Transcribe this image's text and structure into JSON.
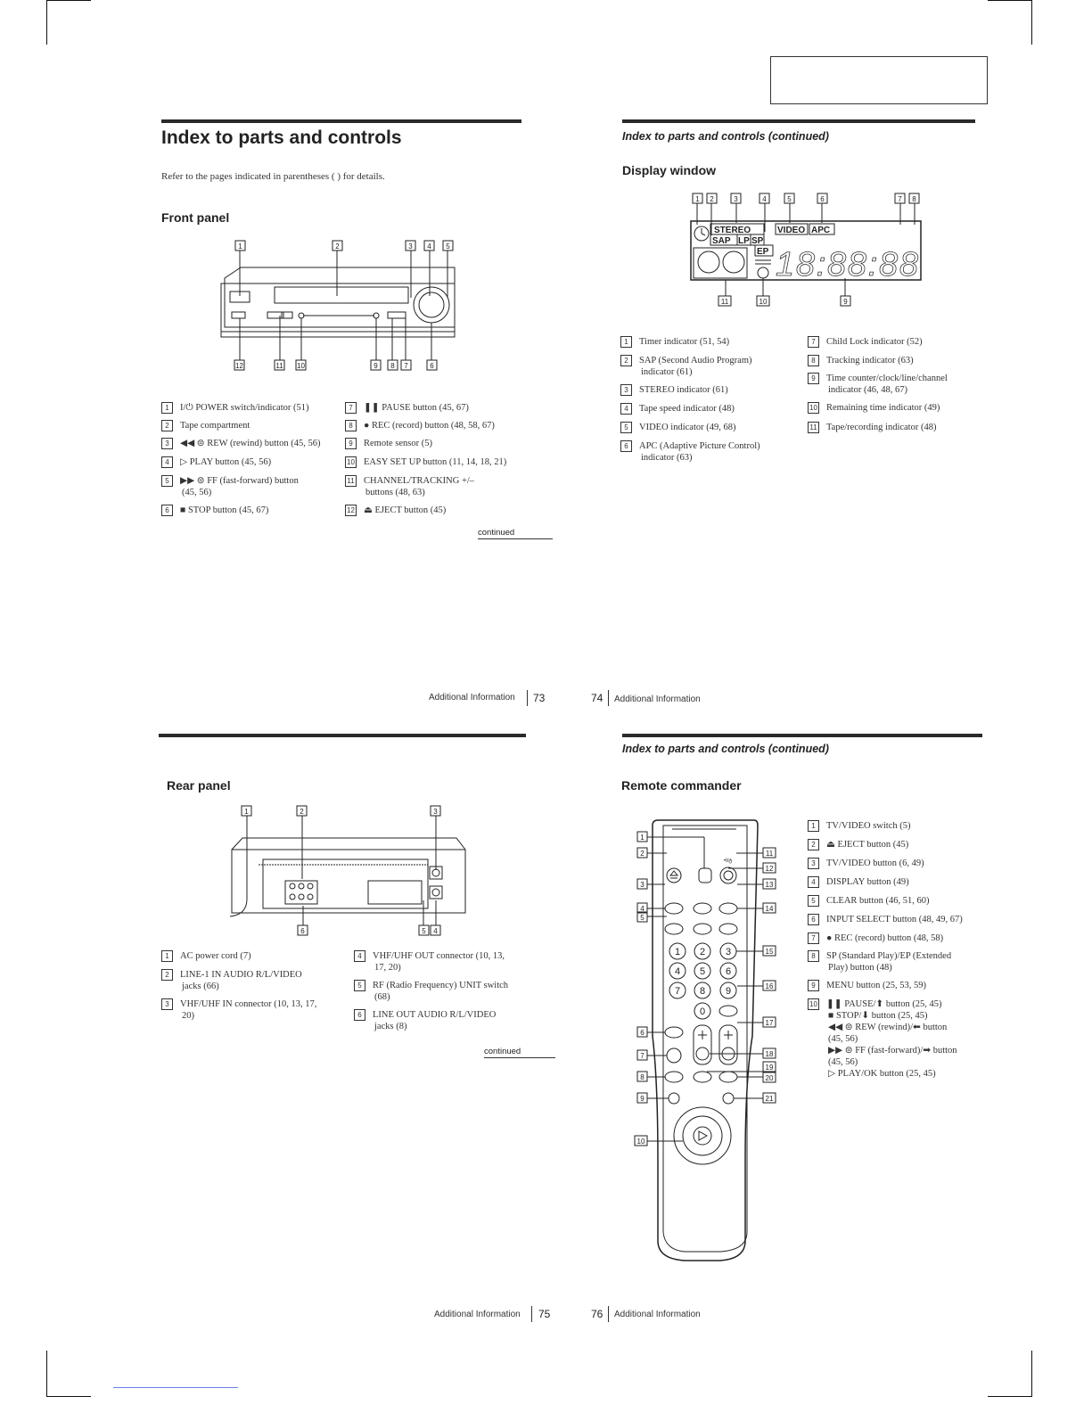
{
  "page73": {
    "title": "Index to parts and controls",
    "intro": "Refer to the pages indicated in parentheses ( ) for details.",
    "section": "Front panel",
    "diagram_numbers_top": [
      "1",
      "2",
      "3",
      "4",
      "5"
    ],
    "diagram_numbers_bottom": [
      "12",
      "11",
      "10",
      "9",
      "8",
      "7",
      "6"
    ],
    "items_left": [
      {
        "n": "1",
        "text": "I/⏻ POWER switch/indicator (51)"
      },
      {
        "n": "2",
        "text": "Tape compartment"
      },
      {
        "n": "3",
        "text": "◀◀ ⊜ REW (rewind) button (45, 56)"
      },
      {
        "n": "4",
        "text": "▷ PLAY button (45, 56)"
      },
      {
        "n": "5",
        "text": "▶▶ ⊜ FF (fast-forward) button",
        "sub": "(45, 56)"
      },
      {
        "n": "6",
        "text": "■ STOP button (45, 67)"
      }
    ],
    "items_right": [
      {
        "n": "7",
        "text": "❚❚ PAUSE button (45, 67)"
      },
      {
        "n": "8",
        "text": "● REC (record) button (48, 58, 67)"
      },
      {
        "n": "9",
        "text": "Remote sensor (5)"
      },
      {
        "n": "10",
        "text": "EASY SET UP button (11, 14, 18, 21)"
      },
      {
        "n": "11",
        "text": "CHANNEL/TRACKING +/–",
        "sub": "buttons (48, 63)"
      },
      {
        "n": "12",
        "text": "⏏ EJECT button (45)"
      }
    ],
    "continued": "continued",
    "footer": "Additional Information",
    "page_number": "73"
  },
  "page74": {
    "header": "Index to parts and controls (continued)",
    "section": "Display window",
    "display": {
      "stereo": "STEREO",
      "sap": "SAP",
      "lp": "LP",
      "sp": "SP",
      "ep": "EP",
      "video": "VIDEO",
      "apc": "APC",
      "clock": "18:88:88"
    },
    "diagram_numbers_top": [
      "1",
      "2",
      "3",
      "4",
      "5",
      "6",
      "7",
      "8"
    ],
    "diagram_numbers_bottom": [
      "11",
      "10",
      "9"
    ],
    "items_left": [
      {
        "n": "1",
        "text": "Timer indicator (51, 54)"
      },
      {
        "n": "2",
        "text": "SAP (Second Audio Program)",
        "sub": "indicator (61)"
      },
      {
        "n": "3",
        "text": "STEREO indicator (61)"
      },
      {
        "n": "4",
        "text": "Tape speed indicator (48)"
      },
      {
        "n": "5",
        "text": "VIDEO indicator (49, 68)"
      },
      {
        "n": "6",
        "text": "APC (Adaptive Picture Control)",
        "sub": "indicator (63)"
      }
    ],
    "items_right": [
      {
        "n": "7",
        "text": "Child Lock indicator (52)"
      },
      {
        "n": "8",
        "text": "Tracking indicator (63)"
      },
      {
        "n": "9",
        "text": "Time counter/clock/line/channel",
        "sub": "indicator (46, 48, 67)"
      },
      {
        "n": "10",
        "text": "Remaining time indicator (49)"
      },
      {
        "n": "11",
        "text": "Tape/recording indicator (48)"
      }
    ],
    "page_number": "74",
    "footer": "Additional Information"
  },
  "page75": {
    "section": "Rear panel",
    "diagram_numbers_top": [
      "1",
      "2",
      "3"
    ],
    "diagram_numbers_bottom": [
      "6",
      "5",
      "4"
    ],
    "items_left": [
      {
        "n": "1",
        "text": "AC power cord (7)"
      },
      {
        "n": "2",
        "text": "LINE-1 IN AUDIO R/L/VIDEO",
        "sub": "jacks (66)"
      },
      {
        "n": "3",
        "text": "VHF/UHF IN connector (10, 13, 17,",
        "sub": "20)"
      }
    ],
    "items_right": [
      {
        "n": "4",
        "text": "VHF/UHF OUT connector (10, 13,",
        "sub": "17, 20)"
      },
      {
        "n": "5",
        "text": "RF (Radio Frequency) UNIT switch",
        "sub": "(68)"
      },
      {
        "n": "6",
        "text": "LINE OUT AUDIO R/L/VIDEO",
        "sub": "jacks (8)"
      }
    ],
    "continued": "continued",
    "footer": "Additional Information",
    "page_number": "75"
  },
  "page76": {
    "header": "Index to parts and controls (continued)",
    "section": "Remote commander",
    "diagram_numbers_left": [
      "1",
      "2",
      "3",
      "4",
      "5",
      "6",
      "7",
      "8",
      "9",
      "10"
    ],
    "diagram_numbers_right": [
      "11",
      "12",
      "13",
      "14",
      "15",
      "16",
      "17",
      "18",
      "19",
      "20",
      "21"
    ],
    "keypad": [
      "1",
      "2",
      "3",
      "4",
      "5",
      "6",
      "7",
      "8",
      "9",
      "0"
    ],
    "power_label": "•I/ტ",
    "items": [
      {
        "n": "1",
        "text": "TV/VIDEO switch (5)"
      },
      {
        "n": "2",
        "text": "⏏ EJECT button (45)"
      },
      {
        "n": "3",
        "text": "TV/VIDEO button (6, 49)"
      },
      {
        "n": "4",
        "text": "DISPLAY button (49)"
      },
      {
        "n": "5",
        "text": "CLEAR button (46, 51, 60)"
      },
      {
        "n": "6",
        "text": "INPUT SELECT button (48, 49, 67)"
      },
      {
        "n": "7",
        "text": "● REC (record) button (48, 58)"
      },
      {
        "n": "8",
        "text": "SP (Standard Play)/EP (Extended",
        "sub": "Play) button (48)"
      },
      {
        "n": "9",
        "text": "MENU button (25, 53, 59)"
      },
      {
        "n": "10",
        "text": "❚❚ PAUSE/⬆ button (25, 45)",
        "lines": [
          "■ STOP/⬇ button (25, 45)",
          "◀◀ ⊜ REW (rewind)/⬅ button",
          "(45, 56)",
          "▶▶ ⊜ FF (fast-forward)/➡ button",
          "(45, 56)",
          "▷ PLAY/OK button (25, 45)"
        ]
      }
    ],
    "page_number": "76",
    "footer": "Additional Information"
  }
}
